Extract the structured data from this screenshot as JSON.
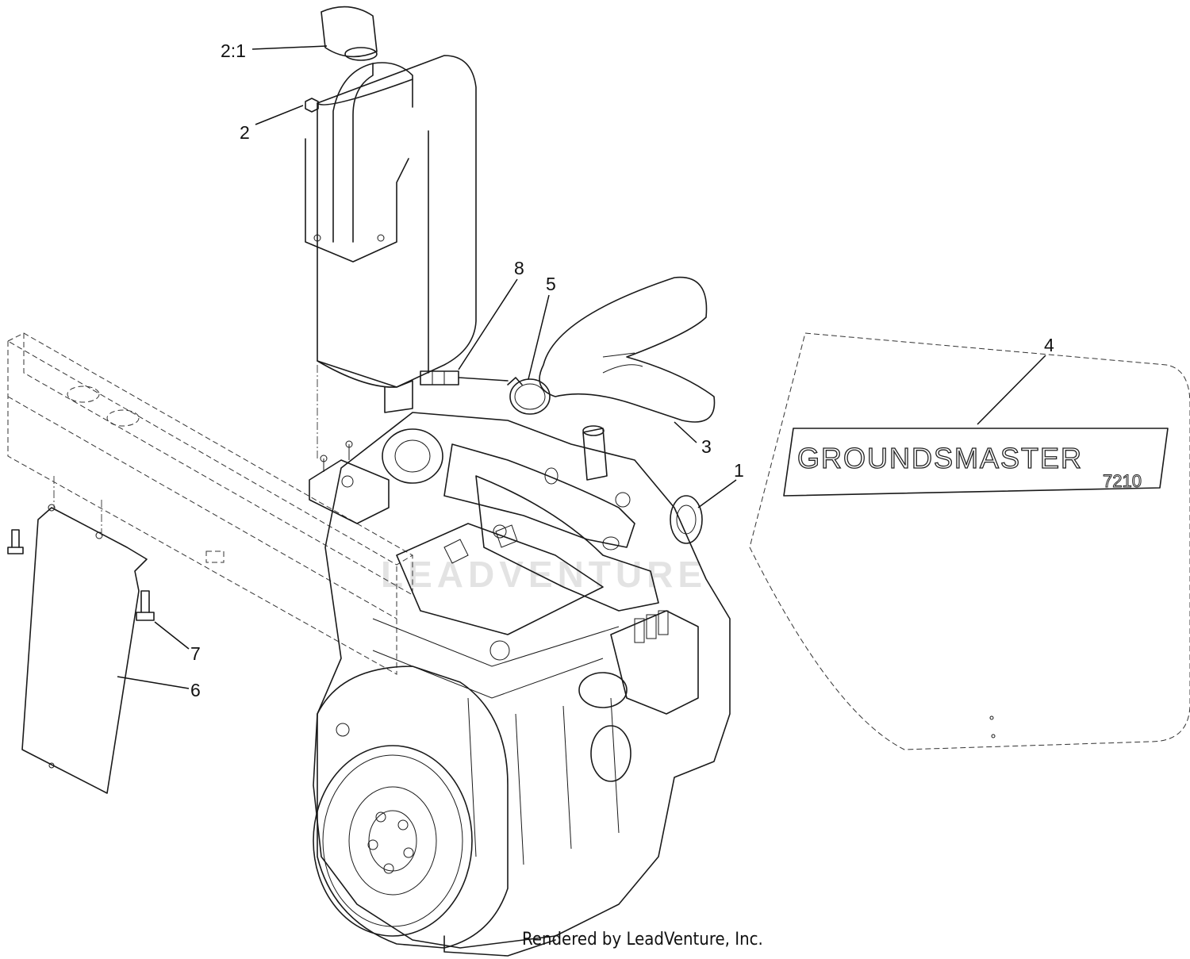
{
  "diagram": {
    "callouts": [
      {
        "id": "2:1",
        "label": "2:1"
      },
      {
        "id": "2",
        "label": "2"
      },
      {
        "id": "8",
        "label": "8"
      },
      {
        "id": "5",
        "label": "5"
      },
      {
        "id": "4",
        "label": "4"
      },
      {
        "id": "3",
        "label": "3"
      },
      {
        "id": "1",
        "label": "1"
      },
      {
        "id": "7",
        "label": "7"
      },
      {
        "id": "6",
        "label": "6"
      }
    ],
    "decal": {
      "brand": "GROUNDSMASTER",
      "model": "7210"
    },
    "watermark": "LEADVENTURE",
    "credit": "Rendered by LeadVenture, Inc."
  }
}
